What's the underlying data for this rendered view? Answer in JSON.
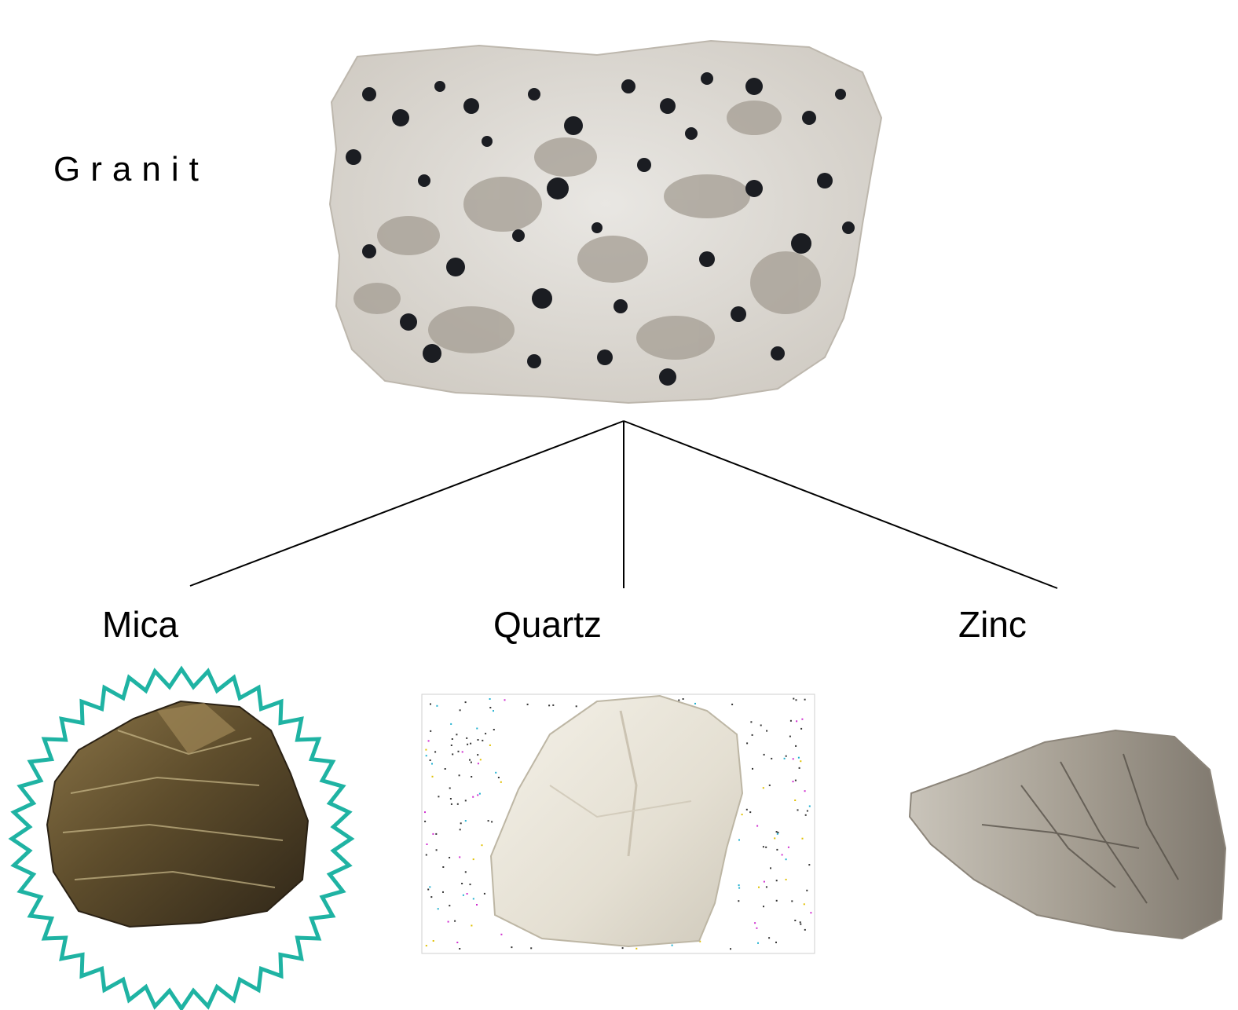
{
  "diagram": {
    "root": {
      "label": "Granit",
      "image": "granite-rock-photo"
    },
    "children": [
      {
        "label": "Mica",
        "image": "mica-rock-photo",
        "highlighted": true
      },
      {
        "label": "Quartz",
        "image": "quartz-rock-photo",
        "highlighted": false
      },
      {
        "label": "Zinc",
        "image": "zinc-rock-photo",
        "highlighted": false
      }
    ]
  },
  "colors": {
    "highlight_ring": "#1fb3a3",
    "connector": "#000000",
    "background": "#ffffff"
  }
}
